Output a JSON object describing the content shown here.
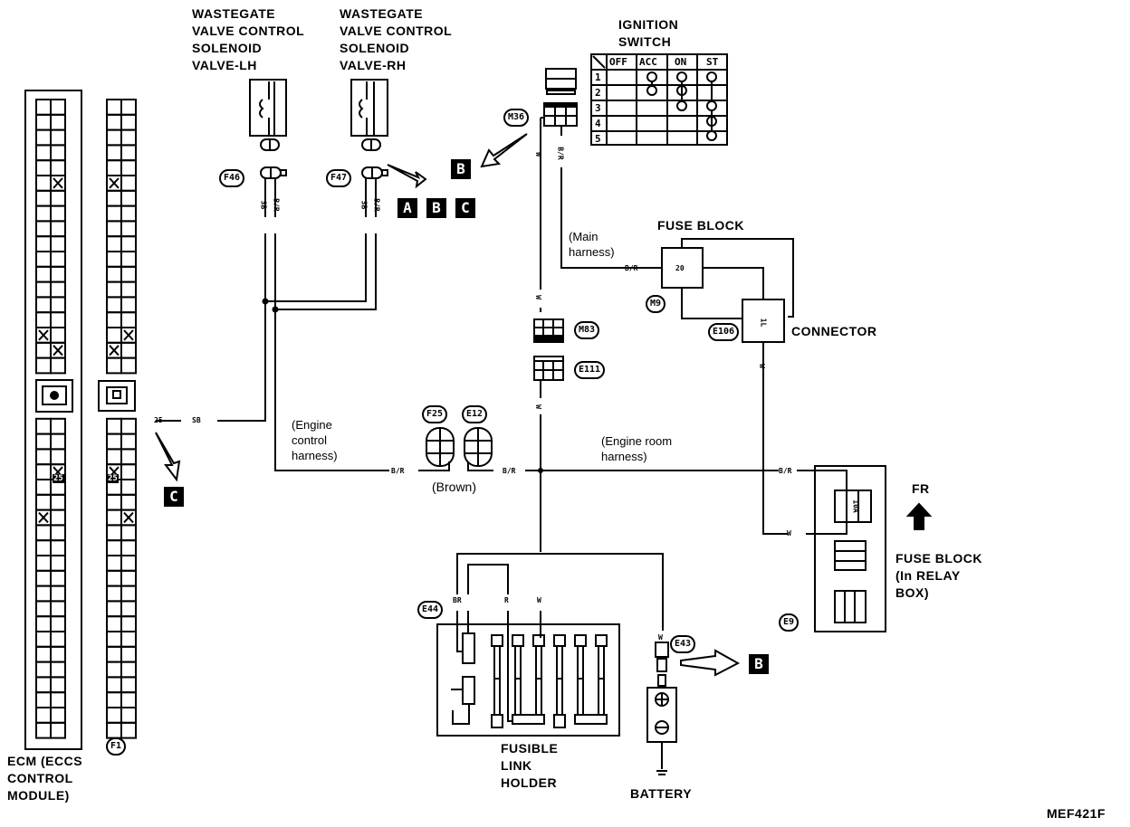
{
  "diagram": {
    "reference_code": "MEF421F",
    "components": {
      "wastegate_lh": {
        "label": "WASTEGATE\nVALVE CONTROL\nSOLENOID\nVALVE-LH",
        "connector": "F46",
        "wires": [
          "SB",
          "B/R"
        ]
      },
      "wastegate_rh": {
        "label": "WASTEGATE\nVALVE CONTROL\nSOLENOID\nVALVE-RH",
        "connector": "F47",
        "wires": [
          "SB",
          "B/R"
        ]
      },
      "ignition_switch": {
        "label": "IGNITION\nSWITCH",
        "connector": "M36",
        "columns": [
          "OFF",
          "ACC",
          "ON",
          "ST"
        ],
        "rows": [
          "1",
          "2",
          "3",
          "4",
          "5"
        ]
      },
      "fuse_block": {
        "label": "FUSE BLOCK",
        "connector": "M9",
        "fuse": "20"
      },
      "connector": {
        "label": "CONNECTOR",
        "connector": "E106",
        "pin": "1L"
      },
      "ecm": {
        "label": "ECM (ECCS\nCONTROL\nMODULE)",
        "connector": "F1",
        "pin": "25"
      },
      "inline_connectors": [
        "M83",
        "E111",
        "F25",
        "E12"
      ],
      "fusible_link_holder": {
        "label": "FUSIBLE\nLINK\nHOLDER",
        "connector": "E44",
        "wires": [
          "BR",
          "R",
          "W"
        ]
      },
      "battery": {
        "label": "BATTERY",
        "connector": "E43",
        "wire": "W"
      },
      "relay_fuse_block": {
        "label": "FUSE BLOCK\n(In RELAY\nBOX)",
        "connector": "E9",
        "fuse": "10A"
      },
      "front_indicator": "FR"
    },
    "harness_labels": {
      "main": "(Main\nharness)",
      "engine_control": "(Engine\ncontrol\nharness)",
      "engine_room": "(Engine room\nharness)",
      "brown": "(Brown)"
    },
    "wire_labels": {
      "br": "B/R",
      "w": "W",
      "sb": "SB",
      "ecm_pin": "25",
      "ecm_wire": "SB"
    },
    "view_references": [
      "A",
      "B",
      "C"
    ],
    "ref_b": "B",
    "ref_c": "C"
  }
}
